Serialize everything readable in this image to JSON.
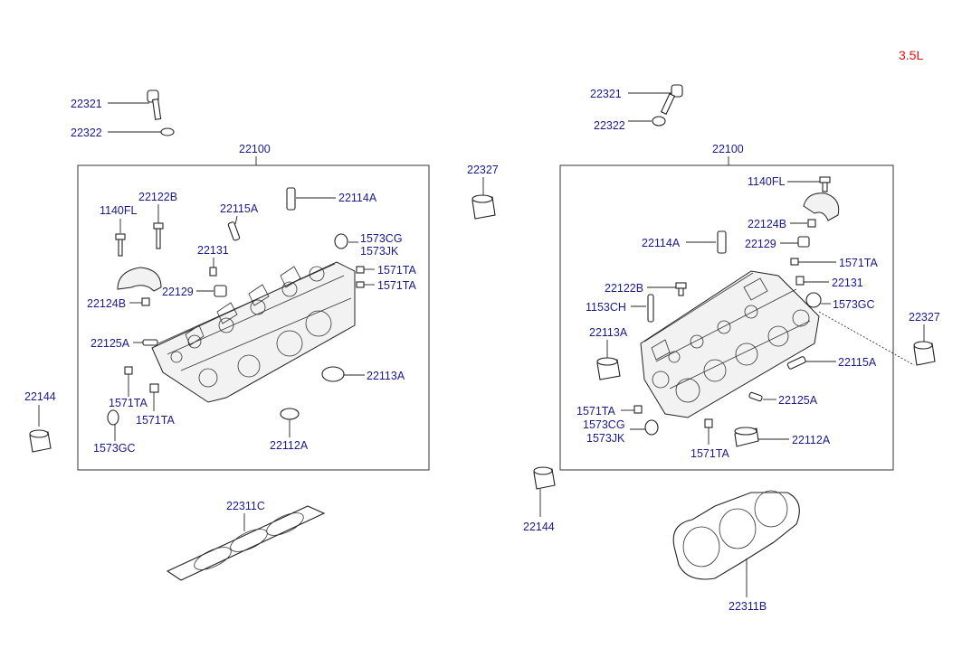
{
  "engine": "3.5L",
  "left": {
    "assembly": "22100",
    "bolt": "22321",
    "washer": "22322",
    "gasket": "22311C",
    "plug": "22144",
    "parts": {
      "cam_cap_bolt": "1140FL",
      "bolt_b": "22122B",
      "guide_bush": "22115A",
      "guide_a": "22114A",
      "plug_cg": "1573CG",
      "plug_jk": "1573JK",
      "ta_1": "1571TA",
      "ta_2": "1571TA",
      "dowel": "22131",
      "cap": "22129",
      "cap_b": "22124B",
      "pin": "22125A",
      "ta_3": "1571TA",
      "ta_4": "1571TA",
      "gc": "1573GC",
      "seal": "22113A",
      "seat": "22112A"
    }
  },
  "center": {
    "plug": "22327"
  },
  "right": {
    "assembly": "22100",
    "bolt": "22321",
    "washer": "22322",
    "gasket": "22311B",
    "plug_bottom": "22144",
    "plug_side": "22327",
    "parts": {
      "cam_cap_bolt": "1140FL",
      "cap_b": "22124B",
      "guide_a": "22114A",
      "cap": "22129",
      "ta_1": "1571TA",
      "bolt_b": "22122B",
      "dowel": "22131",
      "pin_ch": "1153CH",
      "gc": "1573GC",
      "seal": "22113A",
      "guide_bush": "22115A",
      "pin": "22125A",
      "ta_2": "1571TA",
      "plug_cg": "1573CG",
      "plug_jk": "1573JK",
      "seat": "22112A",
      "ta_3": "1571TA"
    }
  }
}
